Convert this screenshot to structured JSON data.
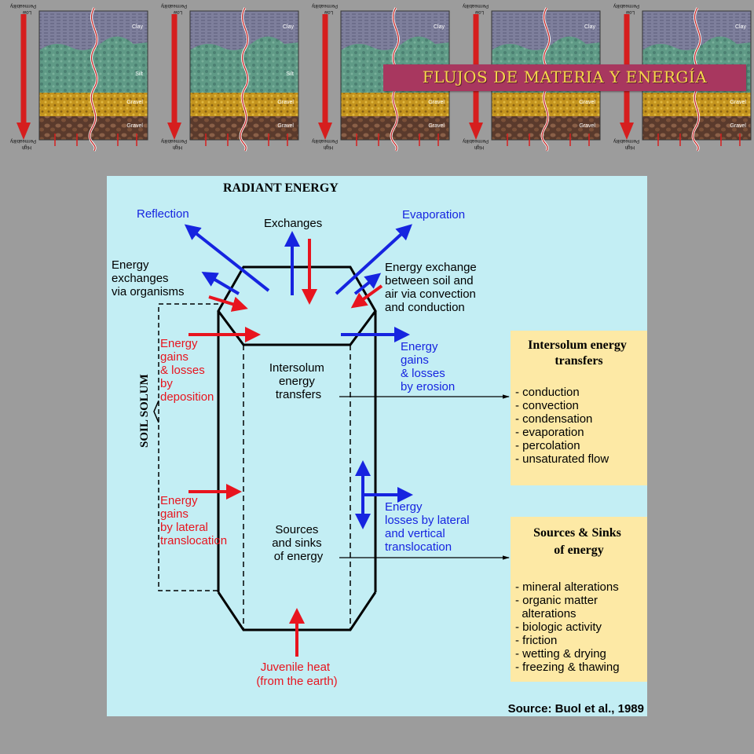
{
  "banner": {
    "title": "FLUJOS DE MATERIA Y ENERGÍA",
    "panel_top_label": "Low",
    "panel_top_sub": "Permeability",
    "panel_bottom_label": "High",
    "panel_bottom_sub": "Permeability",
    "layer_labels": [
      "Clay",
      "Silt",
      "Gravel",
      "Gravel"
    ],
    "panel_count": 5
  },
  "diagram": {
    "title": "RADIANT ENERGY",
    "source": "Source: Buol et al., 1989",
    "solum_label": "SOIL SOLUM",
    "labels": {
      "reflection": "Reflection",
      "exchanges": "Exchanges",
      "evaporation": "Evaporation",
      "organisms": [
        "Energy",
        "exchanges",
        "via organisms"
      ],
      "convection": [
        "Energy exchange",
        "between soil and",
        "air via convection",
        "and conduction"
      ],
      "deposition": [
        "Energy",
        "gains",
        "& losses",
        "by",
        "deposition"
      ],
      "erosion": [
        "Energy",
        "gains",
        "& losses",
        "by erosion"
      ],
      "intersolum_center": [
        "Intersolum",
        "energy",
        "transfers"
      ],
      "lateral_gains": [
        "Energy",
        "gains",
        "by lateral",
        "translocation"
      ],
      "lateral_losses": [
        "Energy",
        "losses by lateral",
        "and vertical",
        "translocation"
      ],
      "sources_center": [
        "Sources",
        "and sinks",
        "of energy"
      ],
      "juvenile": [
        "Juvenile heat",
        "(from the earth)"
      ]
    },
    "intersolum_box": {
      "heading": [
        "Intersolum energy",
        "transfers"
      ],
      "items": [
        "- conduction",
        "- convection",
        "- condensation",
        "- evaporation",
        "- percolation",
        "- unsaturated flow"
      ]
    },
    "sources_box": {
      "heading": [
        "Sources & Sinks",
        "of energy"
      ],
      "items": [
        "- mineral alterations",
        "- organic matter",
        "  alterations",
        "- biologic activity",
        "- friction",
        "- wetting & drying",
        "- freezing & thawing"
      ]
    },
    "colors": {
      "background": "#c3eef4",
      "box": "#fde9a5",
      "red": "#e8141e",
      "blue": "#1624e0"
    }
  }
}
